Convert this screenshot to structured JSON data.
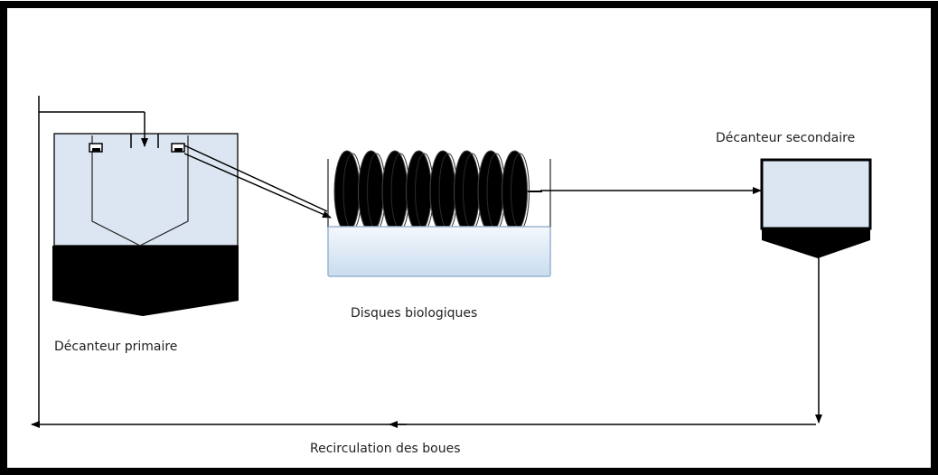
{
  "labels": {
    "primary_settler": "Décanteur primaire",
    "biological_disks": "Disques biologiques",
    "secondary_settler": "Décanteur secondaire",
    "sludge_recirculation": "Recirculation des boues"
  },
  "colors": {
    "tank_fill": "#dce6f2",
    "sludge": "#000000",
    "line": "#000000",
    "frame": "#000000"
  }
}
